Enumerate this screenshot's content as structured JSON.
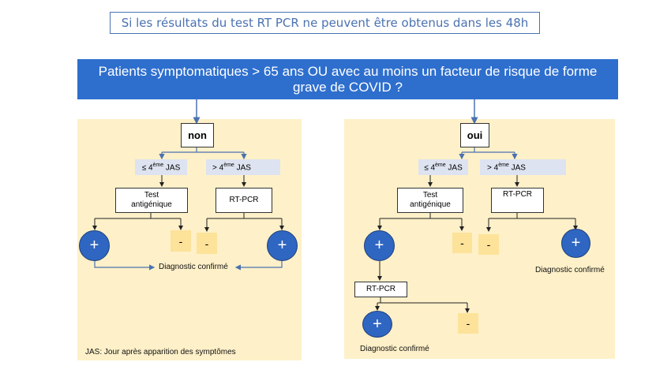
{
  "header": {
    "condition": "Si les résultats du test RT PCR ne peuvent être obtenus dans les 48h",
    "question": "Patients symptomatiques > 65 ans OU avec au moins un facteur de risque de forme grave de COVID ?"
  },
  "left": {
    "answer": "non",
    "jas_le_pre": "≤ 4",
    "jas_sup": "ème",
    "jas_post": " JAS",
    "jas_gt_pre": "> 4",
    "test_antigenique_line1": "Test",
    "test_antigenique_line2": "antigénique",
    "rtpcr": "RT-PCR",
    "plus": "+",
    "minus": "-",
    "diagnostic": "Diagnostic confirmé",
    "footnote": "JAS: Jour après apparition des symptômes"
  },
  "right": {
    "answer": "oui",
    "jas_le_pre": "≤ 4",
    "jas_sup": "ème",
    "jas_post": " JAS",
    "jas_gt_pre": "> 4",
    "test_antigenique_line1": "Test",
    "test_antigenique_line2": "antigénique",
    "rtpcr": "RT-PCR",
    "rtpcr2": "RT-PCR",
    "plus": "+",
    "minus": "-",
    "diagnostic_right": "Diagnostic confirmé",
    "diagnostic_bottom": "Diagnostic confirmé"
  },
  "colors": {
    "question_bg": "#2e6fce",
    "panel_bg": "#fef0c8",
    "jas_bg": "#dde3f0",
    "plus_bg": "#2f66c2",
    "minus_bg": "#fde29a",
    "arrow": "#4a72b0"
  }
}
